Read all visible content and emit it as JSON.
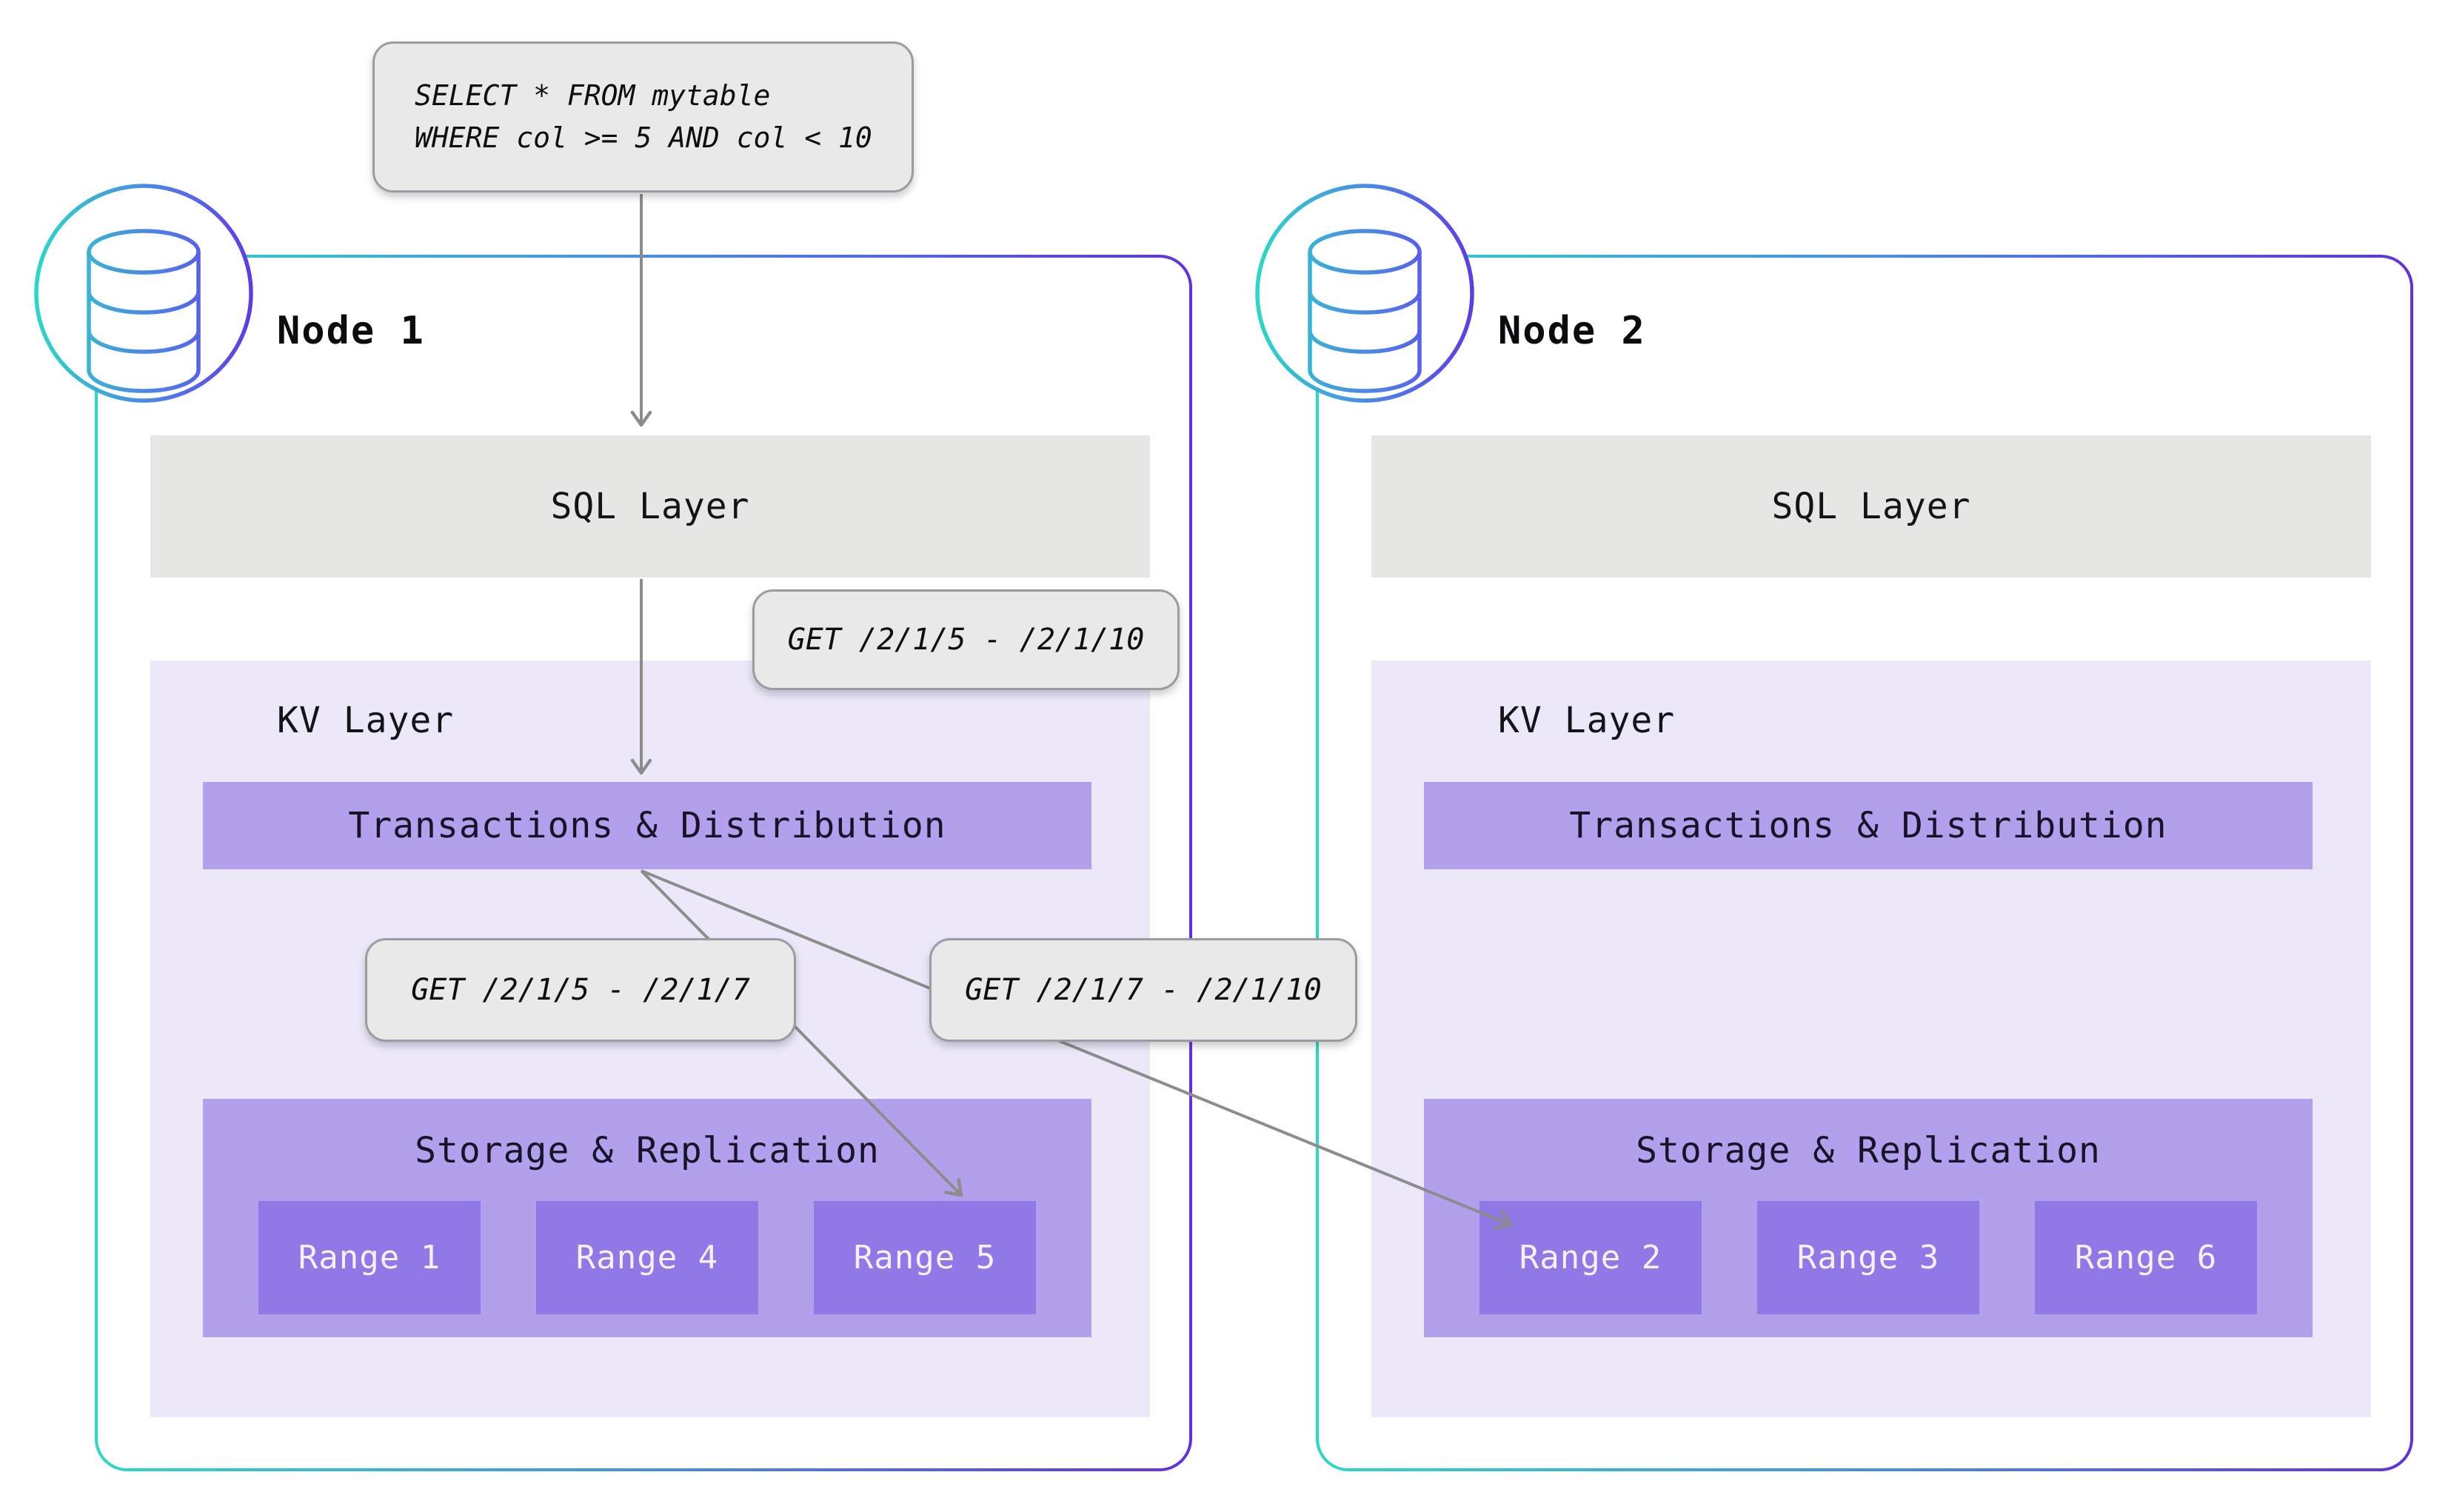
{
  "query_box": {
    "lines": [
      "SELECT * FROM mytable",
      "WHERE col >= 5 AND col < 10"
    ]
  },
  "arrow_labels": {
    "sql_to_kv": "GET /2/1/5 - /2/1/10",
    "txn_to_range5": "GET /2/1/5 - /2/1/7",
    "txn_to_range2": "GET /2/1/7 - /2/1/10"
  },
  "nodes": [
    {
      "title": "Node 1",
      "sql_layer": "SQL Layer",
      "kv_layer": "KV Layer",
      "transactions": "Transactions & Distribution",
      "storage": "Storage & Replication",
      "ranges": [
        "Range 1",
        "Range 4",
        "Range 5"
      ]
    },
    {
      "title": "Node 2",
      "sql_layer": "SQL Layer",
      "kv_layer": "KV Layer",
      "transactions": "Transactions & Distribution",
      "storage": "Storage & Replication",
      "ranges": [
        "Range 2",
        "Range 3",
        "Range 6"
      ]
    }
  ],
  "icons": {
    "node_badge": "database-icon",
    "arrowhead": "chevron-arrowhead"
  },
  "colors": {
    "node_border_start": "#2AD9C6",
    "node_border_mid": "#4787EC",
    "node_border_end": "#6231E0",
    "sql_layer_bg": "#E6E7E5",
    "kv_layer_bg": "#ECE8FA",
    "inner_layer_bg": "#B2A0EC",
    "range_bg": "#9178E7",
    "pill_bg": "#E8E9E8",
    "pill_border": "#9B9BA1",
    "arrow": "#8C8C8C",
    "text_dark": "#111118",
    "text_light": "#F5F1FC"
  }
}
